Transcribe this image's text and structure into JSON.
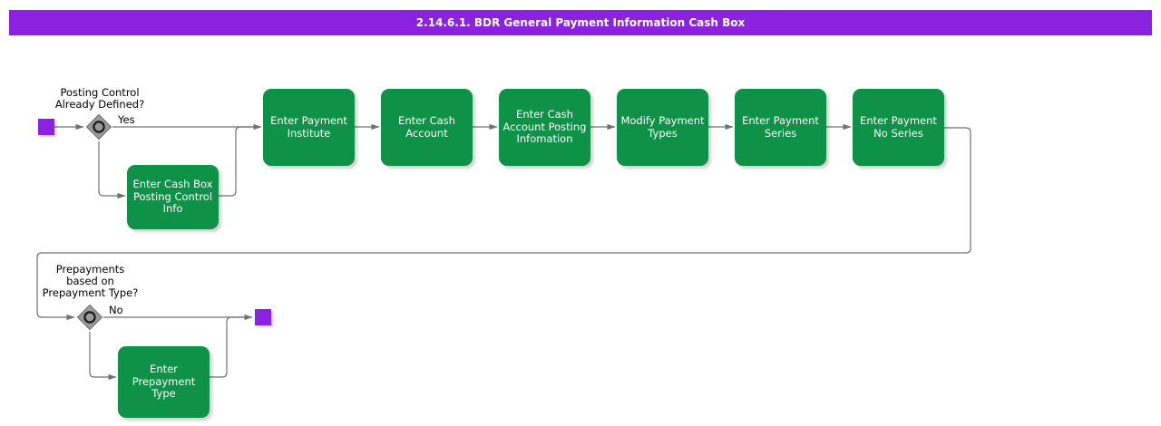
{
  "header": {
    "title": "2.14.6.1. BDR General Payment Information Cash Box",
    "bar_color": "#8A22E0"
  },
  "theme": {
    "task_fill": "#0E9247",
    "task_text": "#FFFFFF",
    "event_fill": "#8A22E0",
    "gateway_fill": "#9A9A9A",
    "gateway_stroke": "#6E6E6E",
    "edge_color": "#707070",
    "background": "#FFFFFF"
  },
  "diagram": {
    "type": "flowchart",
    "start_event": {
      "name": "start-event",
      "label": ""
    },
    "end_event": {
      "name": "end-event",
      "label": ""
    },
    "gateways": [
      {
        "id": "gw-posting-control",
        "question": "Posting Control\nAlready Defined?",
        "branch_label": "Yes"
      },
      {
        "id": "gw-prepayments",
        "question": "Prepayments\nbased on\nPrepayment Type?",
        "branch_label": "No"
      }
    ],
    "tasks": [
      {
        "id": "task-cash-box-posting-control-info",
        "label": "Enter Cash Box\nPosting Control\nInfo"
      },
      {
        "id": "task-enter-payment-institute",
        "label": "Enter Payment\nInstitute"
      },
      {
        "id": "task-enter-cash-account",
        "label": "Enter Cash\nAccount"
      },
      {
        "id": "task-enter-cash-account-posting-information",
        "label": "Enter Cash\nAccount Posting\nInfomation"
      },
      {
        "id": "task-modify-payment-types",
        "label": "Modify Payment\nTypes"
      },
      {
        "id": "task-enter-payment-series",
        "label": "Enter Payment\nSeries"
      },
      {
        "id": "task-enter-payment-no-series",
        "label": "Enter Payment\nNo Series"
      },
      {
        "id": "task-enter-prepayment-type",
        "label": "Enter\nPrepayment\nType"
      }
    ]
  }
}
